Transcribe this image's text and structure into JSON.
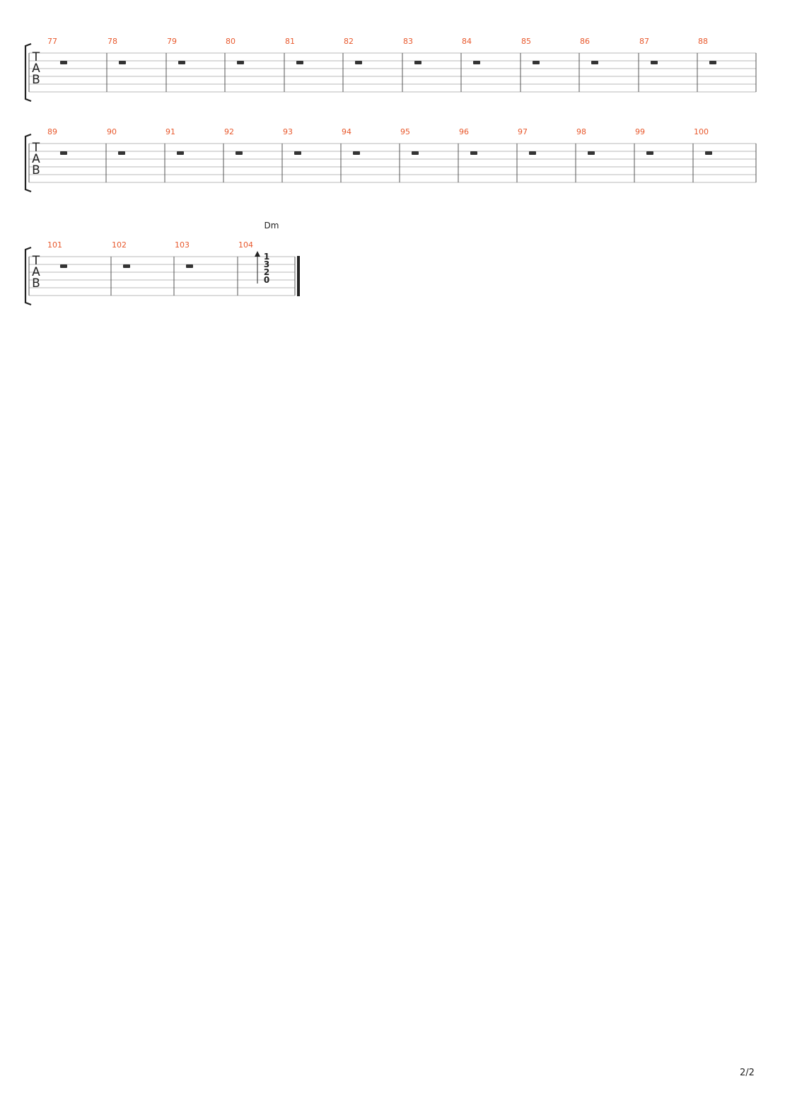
{
  "document": {
    "page_number": "2/2",
    "tab_clef": [
      "T",
      "A",
      "B"
    ],
    "systems": [
      {
        "measures": [
          "77",
          "78",
          "79",
          "80",
          "81",
          "82",
          "83",
          "84",
          "85",
          "86",
          "87",
          "88"
        ],
        "rests": [
          true,
          true,
          true,
          true,
          true,
          true,
          true,
          true,
          true,
          true,
          true,
          true
        ],
        "final_barline": false
      },
      {
        "measures": [
          "89",
          "90",
          "91",
          "92",
          "93",
          "94",
          "95",
          "96",
          "97",
          "98",
          "99",
          "100"
        ],
        "rests": [
          true,
          true,
          true,
          true,
          true,
          true,
          true,
          true,
          true,
          true,
          true,
          true
        ],
        "final_barline": false
      },
      {
        "measures": [
          "101",
          "102",
          "103",
          "104"
        ],
        "rests": [
          true,
          true,
          true,
          false
        ],
        "final_barline": true,
        "chord": {
          "name": "Dm",
          "measure": "104",
          "strum": "up",
          "frets": [
            "1",
            "3",
            "2",
            "0"
          ]
        }
      }
    ]
  },
  "colors": {
    "measure_number": "#e8582c",
    "staff_line": "#b8b8b8",
    "barline": "#555555",
    "bracket": "#222222",
    "rest": "#333333",
    "text": "#222222"
  }
}
